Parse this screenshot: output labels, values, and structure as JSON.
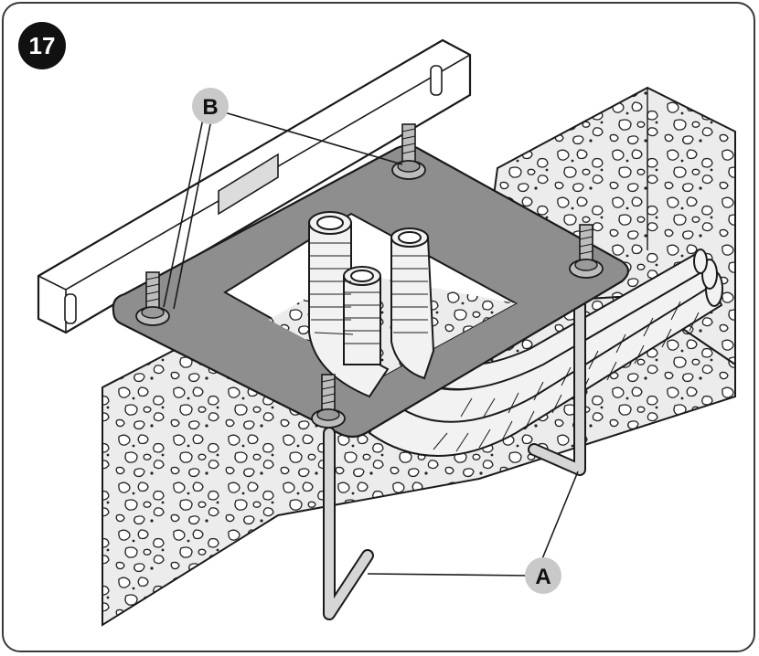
{
  "figure": {
    "step_number": "17",
    "callouts": {
      "a": "A",
      "b": "B"
    }
  },
  "colors": {
    "outline": "#1a1a1a",
    "plate": "#8e8e8e",
    "concrete": "#e9e9e9",
    "pipe": "#f2f2f2",
    "bolt": "#bdbdbd",
    "badge": "#c9c9c9",
    "step_badge": "#111111"
  },
  "icons": {
    "step_marker": "number-circle-icon"
  }
}
